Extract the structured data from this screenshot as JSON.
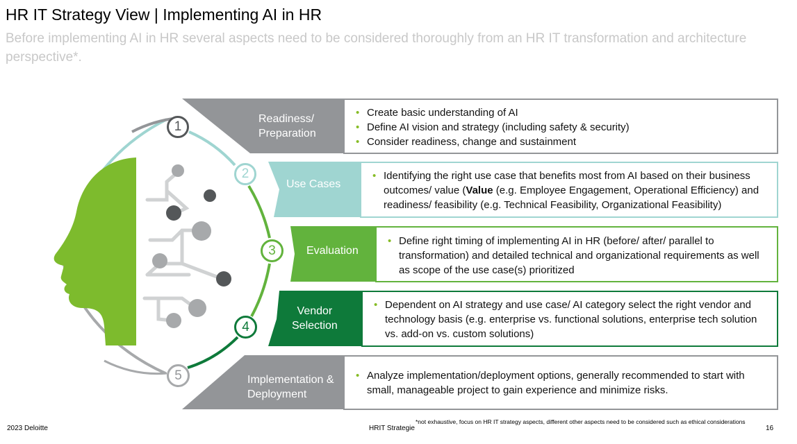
{
  "header": {
    "title": "HR IT Strategy View | Implementing AI in HR",
    "subtitle": "Before implementing AI in HR several aspects need to be considered thoroughly from an HR IT transformation and architecture perspective*."
  },
  "colors": {
    "grey": "#939598",
    "light_teal": "#9fd5d1",
    "green": "#62b33d",
    "dark_green": "#0e7a3a",
    "head_green": "#7dbb2d",
    "dot_dark": "#545759",
    "dot_light": "#a7a9ab"
  },
  "steps": [
    {
      "number": "1",
      "band_lines": [
        "Readiness/",
        "Preparation"
      ],
      "bullets": [
        "Create basic understanding of AI",
        "Define AI vision and strategy (including safety & security)",
        "Consider readiness, change and sustainment"
      ]
    },
    {
      "number": "2",
      "band_lines": [
        "Use Cases"
      ],
      "bullet_pre": "Identifying the right use case that benefits most from AI based on their business outcomes/ value (",
      "bullet_bold": "Value",
      "bullet_post": " (e.g. Employee Engagement, Operational Efficiency) and readiness/ feasibility (e.g. Technical Feasibility, Organizational Feasibility)"
    },
    {
      "number": "3",
      "band_lines": [
        "Evaluation"
      ],
      "bullets": [
        "Define right timing of implementing AI in HR (before/ after/ parallel to transformation) and detailed technical and organizational requirements as well as scope of the use case(s) prioritized"
      ]
    },
    {
      "number": "4",
      "band_lines": [
        "Vendor",
        "Selection"
      ],
      "bullets": [
        "Dependent on AI strategy and use case/ AI category select the right vendor and technology basis (e.g. enterprise vs. functional solutions, enterprise tech solution vs. add-on vs. custom solutions)"
      ]
    },
    {
      "number": "5",
      "band_lines": [
        "Implementation &",
        "Deployment"
      ],
      "bullets": [
        "Analyze implementation/deployment options, generally recommended to start with small, manageable project to gain experience and minimize risks."
      ]
    }
  ],
  "footer": {
    "left": "2023 Deloitte",
    "center": "HRIT Strategie",
    "page": "16",
    "footnote": "*not exhaustive, focus on HR IT strategy aspects, different other aspects need to be considered such as ethical considerations"
  }
}
